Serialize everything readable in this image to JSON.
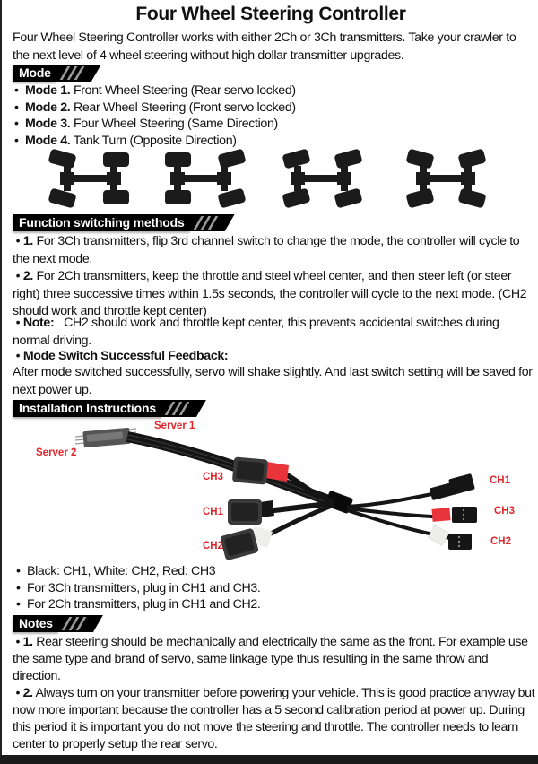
{
  "title": "Four Wheel Steering Controller",
  "intro": "Four Wheel Steering Controller works with either 2Ch or 3Ch transmitters. Take your crawler to the next level of 4 wheel steering without high dollar transmitter upgrades.",
  "sections": {
    "mode": {
      "header": "Mode",
      "items": [
        {
          "label": "Mode 1.",
          "text": "Front Wheel Steering (Rear servo locked)"
        },
        {
          "label": "Mode 2.",
          "text": "Rear Wheel Steering (Front servo locked)"
        },
        {
          "label": "Mode 3.",
          "text": "Four Wheel Steering (Same Direction)"
        },
        {
          "label": "Mode 4.",
          "text": "Tank Turn (Opposite Direction)"
        }
      ],
      "diagrams": [
        "front-wheel-steering-icon",
        "rear-wheel-steering-icon",
        "four-wheel-steering-icon",
        "tank-turn-icon"
      ]
    },
    "function": {
      "header": "Function switching methods",
      "item1_label": "1.",
      "item1_text": "For 3Ch transmitters, flip 3rd channel switch to change the mode, the controller will cycle to the next mode.",
      "item2_label": "2.",
      "item2_text": "For 2Ch transmitters, keep the throttle and steel wheel center, and then steer left (or steer right) three successive times within 1.5s seconds, the controller will cycle to the next mode. (CH2 should work and throttle kept center)",
      "note_label": "Note:",
      "note_text": "CH2 should work and throttle kept center, this prevents accidental switches during normal driving.",
      "feedback_label": "Mode Switch Successful Feedback:",
      "feedback_text": "After mode switched successfully, servo will shake slightly. And last switch setting will be saved for next power up."
    },
    "installation": {
      "header": "Installation Instructions",
      "labels": {
        "server1": "Server 1",
        "server2": "Server 2",
        "left_ch3": "CH3",
        "left_ch1": "CH1",
        "left_ch2": "CH2",
        "right_ch1": "CH1",
        "right_ch3": "CH3",
        "right_ch2": "CH2"
      },
      "colors": {
        "label_red": "#e0262b",
        "wire_red": "#e8343a",
        "wire_white": "#eeeeea",
        "wire_black": "#151515"
      },
      "items": [
        "Black: CH1, White: CH2, Red: CH3",
        "For 3Ch transmitters, plug in CH1 and CH3.",
        "For 2Ch transmitters, plug in CH1 and CH2."
      ]
    },
    "notes": {
      "header": "Notes",
      "item1_label": "1.",
      "item1_text": "Rear steering should be mechanically and electrically the same as the front. For example use the same type and brand of servo, same linkage type thus resulting in the same throw and direction.",
      "item2_label": "2.",
      "item2_text": "Always turn on your transmitter before powering your vehicle. This is good practice anyway but now more important because the controller has a 5 second calibration period at power up. During this period it is important you do not move the steering and throttle. The controller needs to learn center to properly setup the rear servo."
    }
  },
  "bullet": "•"
}
